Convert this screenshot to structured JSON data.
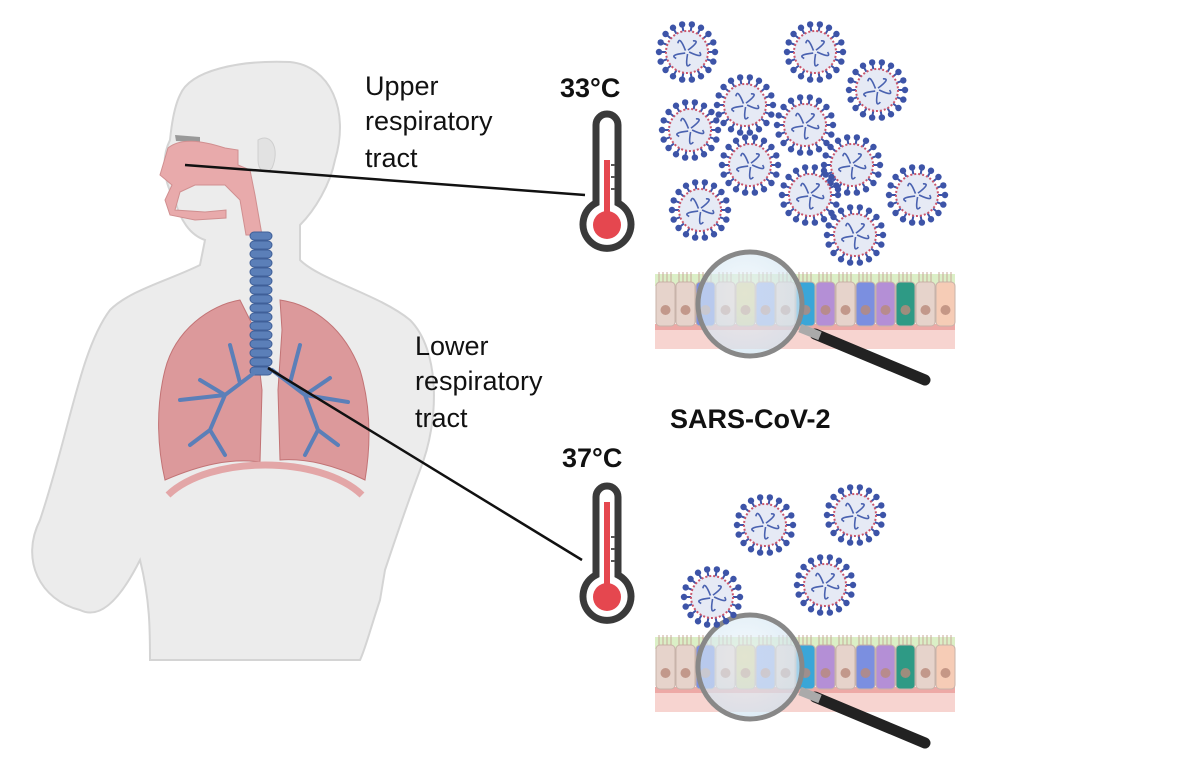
{
  "labels": {
    "upper_tract": [
      "Upper",
      "respiratory",
      "tract"
    ],
    "lower_tract": [
      "Lower",
      "respiratory",
      "tract"
    ],
    "upper_temp": "33°C",
    "lower_temp": "37°C",
    "virus": "SARS-CoV-2"
  },
  "colors": {
    "body": "#ebebeb",
    "body_outline": "#d2d2d2",
    "airway": "#e8a9a9",
    "lung": "#d98b8b",
    "bronchi": "#5b7fb8",
    "virus_capsule": "#e6eaf5",
    "virus_spike": "#3d54a8",
    "virus_rna": "#4a62b0",
    "thermo_red": "#e5474f",
    "thermo_outline": "#3a3a3a"
  },
  "viral_load": {
    "upper": 12,
    "lower": 4
  }
}
